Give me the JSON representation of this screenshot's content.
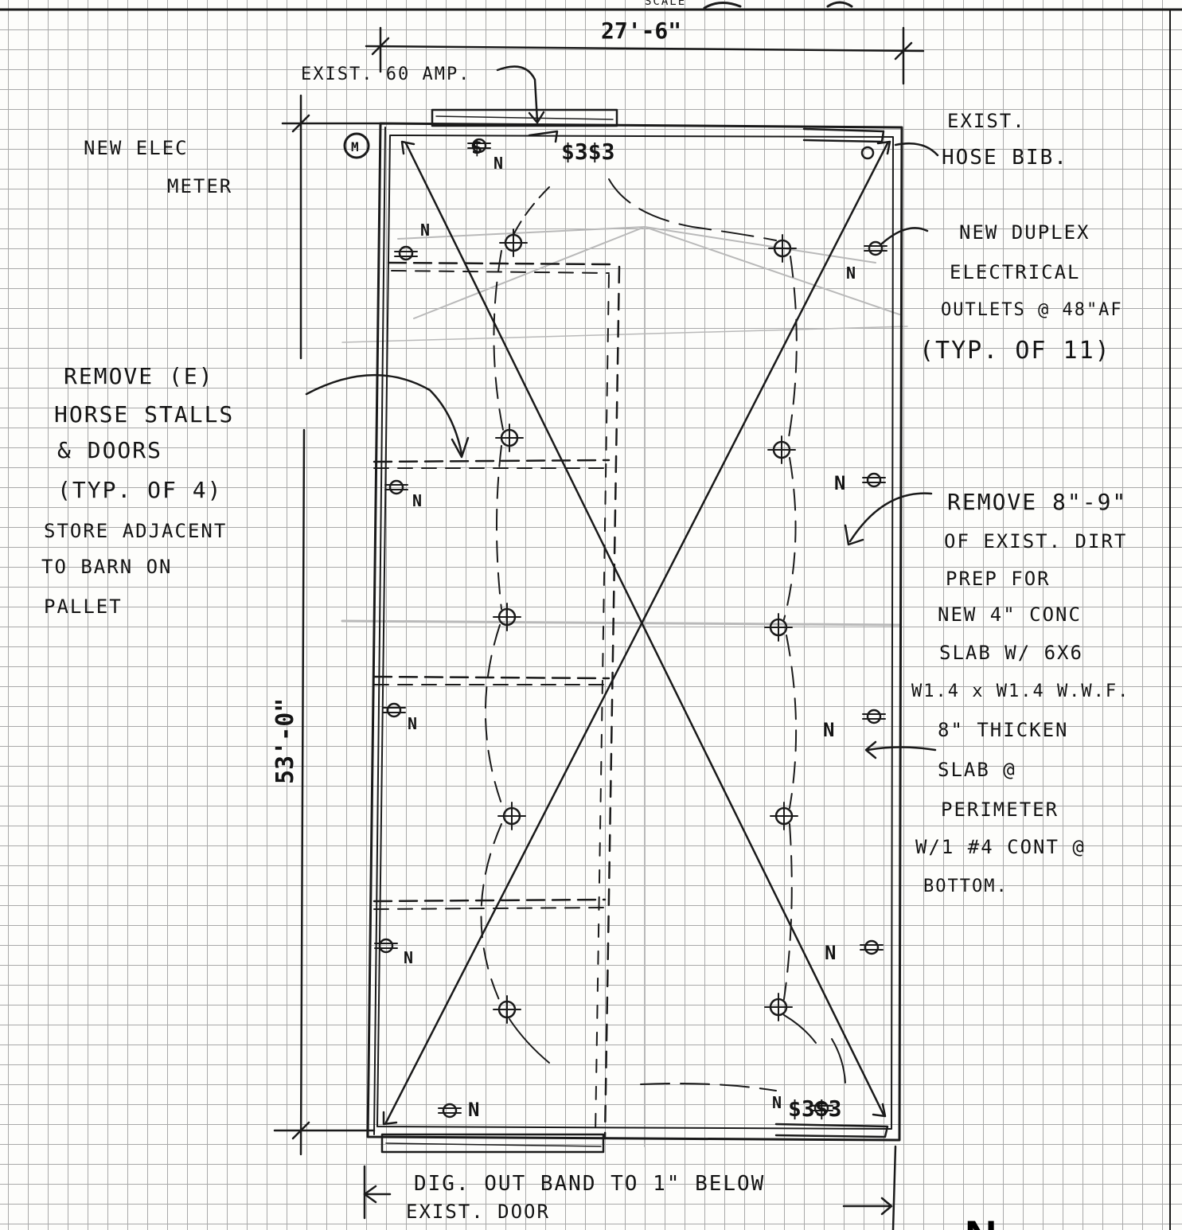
{
  "scale_label": "SCALE",
  "dims": {
    "width": "27'-6\"",
    "length": "53'-0\""
  },
  "labels": {
    "exist_60amp": "EXIST. 60 AMP.",
    "new_elec_meter": [
      "NEW ELEC",
      "METER"
    ],
    "meter_symbol": "M",
    "exist_hose_bib": [
      "EXIST.",
      "HOSE BIB."
    ],
    "new_duplex": [
      "NEW DUPLEX",
      "ELECTRICAL",
      "OUTLETS @ 48\"AF",
      "(TYP. OF 11)"
    ],
    "remove_stalls": [
      "REMOVE (E)",
      "HORSE STALLS",
      "& DOORS",
      "(TYP. OF 4)",
      "STORE ADJACENT",
      "TO BARN ON",
      "PALLET"
    ],
    "remove_dirt": [
      "REMOVE 8\"-9\"",
      "OF EXIST. DIRT",
      "PREP FOR",
      "NEW 4\" CONC",
      "SLAB W/ 6X6",
      "W1.4 x W1.4 W.W.F.",
      "8\" THICKEN",
      "SLAB @",
      "PERIMETER",
      "W/1 #4 CONT @",
      "BOTTOM."
    ],
    "dig_out": [
      "DIG. OUT BAND TO 1\" BELOW",
      "EXIST. DOOR"
    ],
    "north": "N"
  },
  "symbols": {
    "switch_top": "$3$3",
    "switch_bottom": "$3$3",
    "switch_single": "$",
    "new_tag": "N"
  }
}
